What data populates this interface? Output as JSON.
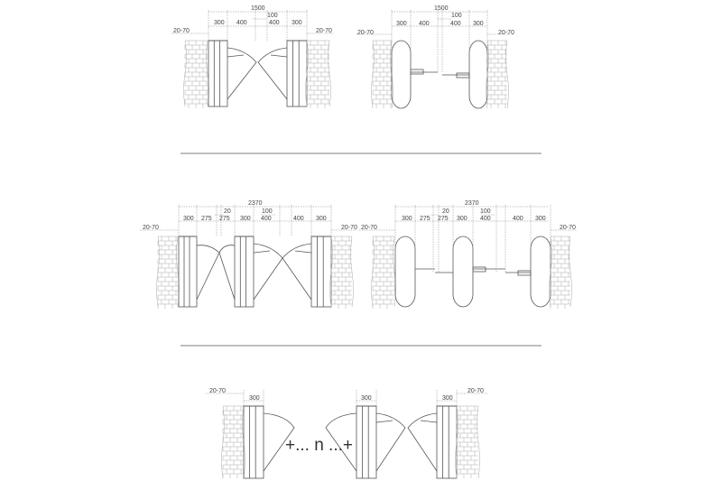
{
  "row1_left": {
    "total": "1500",
    "gap": "100",
    "d1": "300",
    "d2": "400",
    "d3": "400",
    "d4": "300",
    "wall_left": "20-70",
    "wall_right": "20-70"
  },
  "row1_right": {
    "total": "1500",
    "gap": "100",
    "d1": "300",
    "d2": "400",
    "d3": "400",
    "d4": "300",
    "wall_left": "20-70",
    "wall_right": "20-70"
  },
  "row2_left": {
    "total": "2370",
    "gap_small": "20",
    "gap": "100",
    "d1": "300",
    "d2": "275",
    "d3": "275",
    "d4": "300",
    "d5": "400",
    "d6": "400",
    "d7": "300",
    "wall_left": "20-70",
    "wall_right": "20-70"
  },
  "row2_right": {
    "total": "2370",
    "gap_small": "20",
    "gap": "100",
    "d1": "300",
    "d2": "275",
    "d3": "275",
    "d4": "300",
    "d5": "400",
    "d6": "400",
    "d7": "300",
    "wall_left": "20-70",
    "wall_right": "20-70"
  },
  "row3": {
    "wall_left": "20-70",
    "wall_right": "20-70",
    "d_left": "300",
    "d_mid": "300",
    "d_right": "300",
    "repeat_label": "+... n ...+"
  },
  "colors": {
    "line": "#555555",
    "brick": "#aaaaaa",
    "background": "#ffffff"
  }
}
